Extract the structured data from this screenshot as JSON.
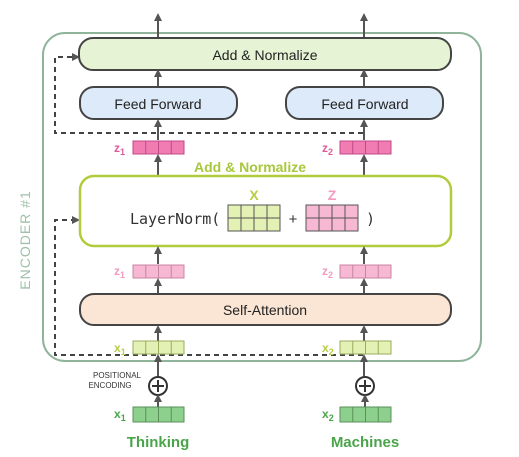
{
  "encoder": {
    "label": "ENCODER #1",
    "top_add_normalize": "Add & Normalize",
    "feed_forward_labels": [
      "Feed Forward",
      "Feed Forward"
    ],
    "mid_add_normalize": "Add & Normalize",
    "layernorm": {
      "func": "LayerNorm(",
      "close": ")",
      "plus": "+",
      "x_label": "X",
      "z_label": "Z"
    },
    "self_attention": "Self-Attention",
    "z_outputs": [
      {
        "base": "z",
        "sub": "1"
      },
      {
        "base": "z",
        "sub": "2"
      }
    ],
    "z_inputs": [
      {
        "base": "z",
        "sub": "1"
      },
      {
        "base": "z",
        "sub": "2"
      }
    ],
    "x_inputs": [
      {
        "base": "x",
        "sub": "1"
      },
      {
        "base": "x",
        "sub": "2"
      }
    ]
  },
  "positional_encoding": {
    "line1": "POSITIONAL",
    "line2": "ENCODING",
    "symbol": "⊕"
  },
  "embeddings": [
    {
      "base": "x",
      "sub": "1"
    },
    {
      "base": "x",
      "sub": "2"
    }
  ],
  "words": [
    "Thinking",
    "Machines"
  ],
  "colors": {
    "encoder_border": "#8fb49a",
    "encoder_label": "#9fc0a9",
    "add_norm_fill": "#e6f3d4",
    "add_norm_label": "#a8c83c",
    "feed_forward_fill": "#ddeaf9",
    "self_attention_fill": "#fbe6d6",
    "pink_vec": "#f07cb2",
    "pink_light": "#f6b8d2",
    "yellow_vec": "#e4f1b4",
    "green_vec": "#8dcf8d",
    "green_text": "#4aa44a",
    "arrow": "#555555"
  },
  "icons": [
    "arrow-up-icon",
    "plus-circle-icon",
    "dashed-residual-arrow-icon"
  ]
}
